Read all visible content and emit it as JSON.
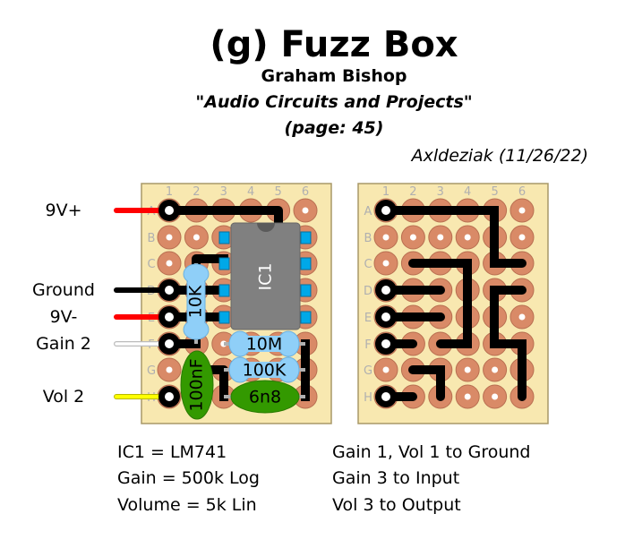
{
  "header": {
    "title": "(g) Fuzz Box",
    "author": "Graham Bishop",
    "book_open_quote": "\"",
    "book": "Audio Circuits and Projects",
    "book_close_quote": "\"",
    "page": "(page: 45)",
    "credit": "Axldeziak (11/26/22)"
  },
  "wires": [
    {
      "label": "9V+",
      "row": "A",
      "color": "#ff0000"
    },
    {
      "label": "Ground",
      "row": "D",
      "color": "#000000"
    },
    {
      "label": "9V-",
      "row": "E",
      "color": "#ff0000"
    },
    {
      "label": "Gain 2",
      "row": "F",
      "color": "#ffffff"
    },
    {
      "label": "Vol 2",
      "row": "H",
      "color": "#ffff00"
    }
  ],
  "board": {
    "columns": [
      "1",
      "2",
      "3",
      "4",
      "5",
      "6"
    ],
    "rows": [
      "A",
      "B",
      "C",
      "D",
      "E",
      "F",
      "G",
      "H"
    ],
    "colors": {
      "board": "#f8e8b0",
      "pad": "#d98a67",
      "trace": "#000000",
      "ic_body": "#808080",
      "ic_pin": "#00a8e8",
      "resistor": "#8fcff8",
      "capacitor": "#339900"
    }
  },
  "components": {
    "ic": "IC1",
    "r1": "10K",
    "r2": "10M",
    "r3": "100K",
    "c1": "100nF",
    "c2": "6n8"
  },
  "notes": {
    "left": [
      "IC1 = LM741",
      "Gain = 500k Log",
      "Volume = 5k Lin"
    ],
    "right": [
      "Gain 1, Vol 1 to Ground",
      "Gain 3 to Input",
      "Vol 3 to Output"
    ]
  }
}
